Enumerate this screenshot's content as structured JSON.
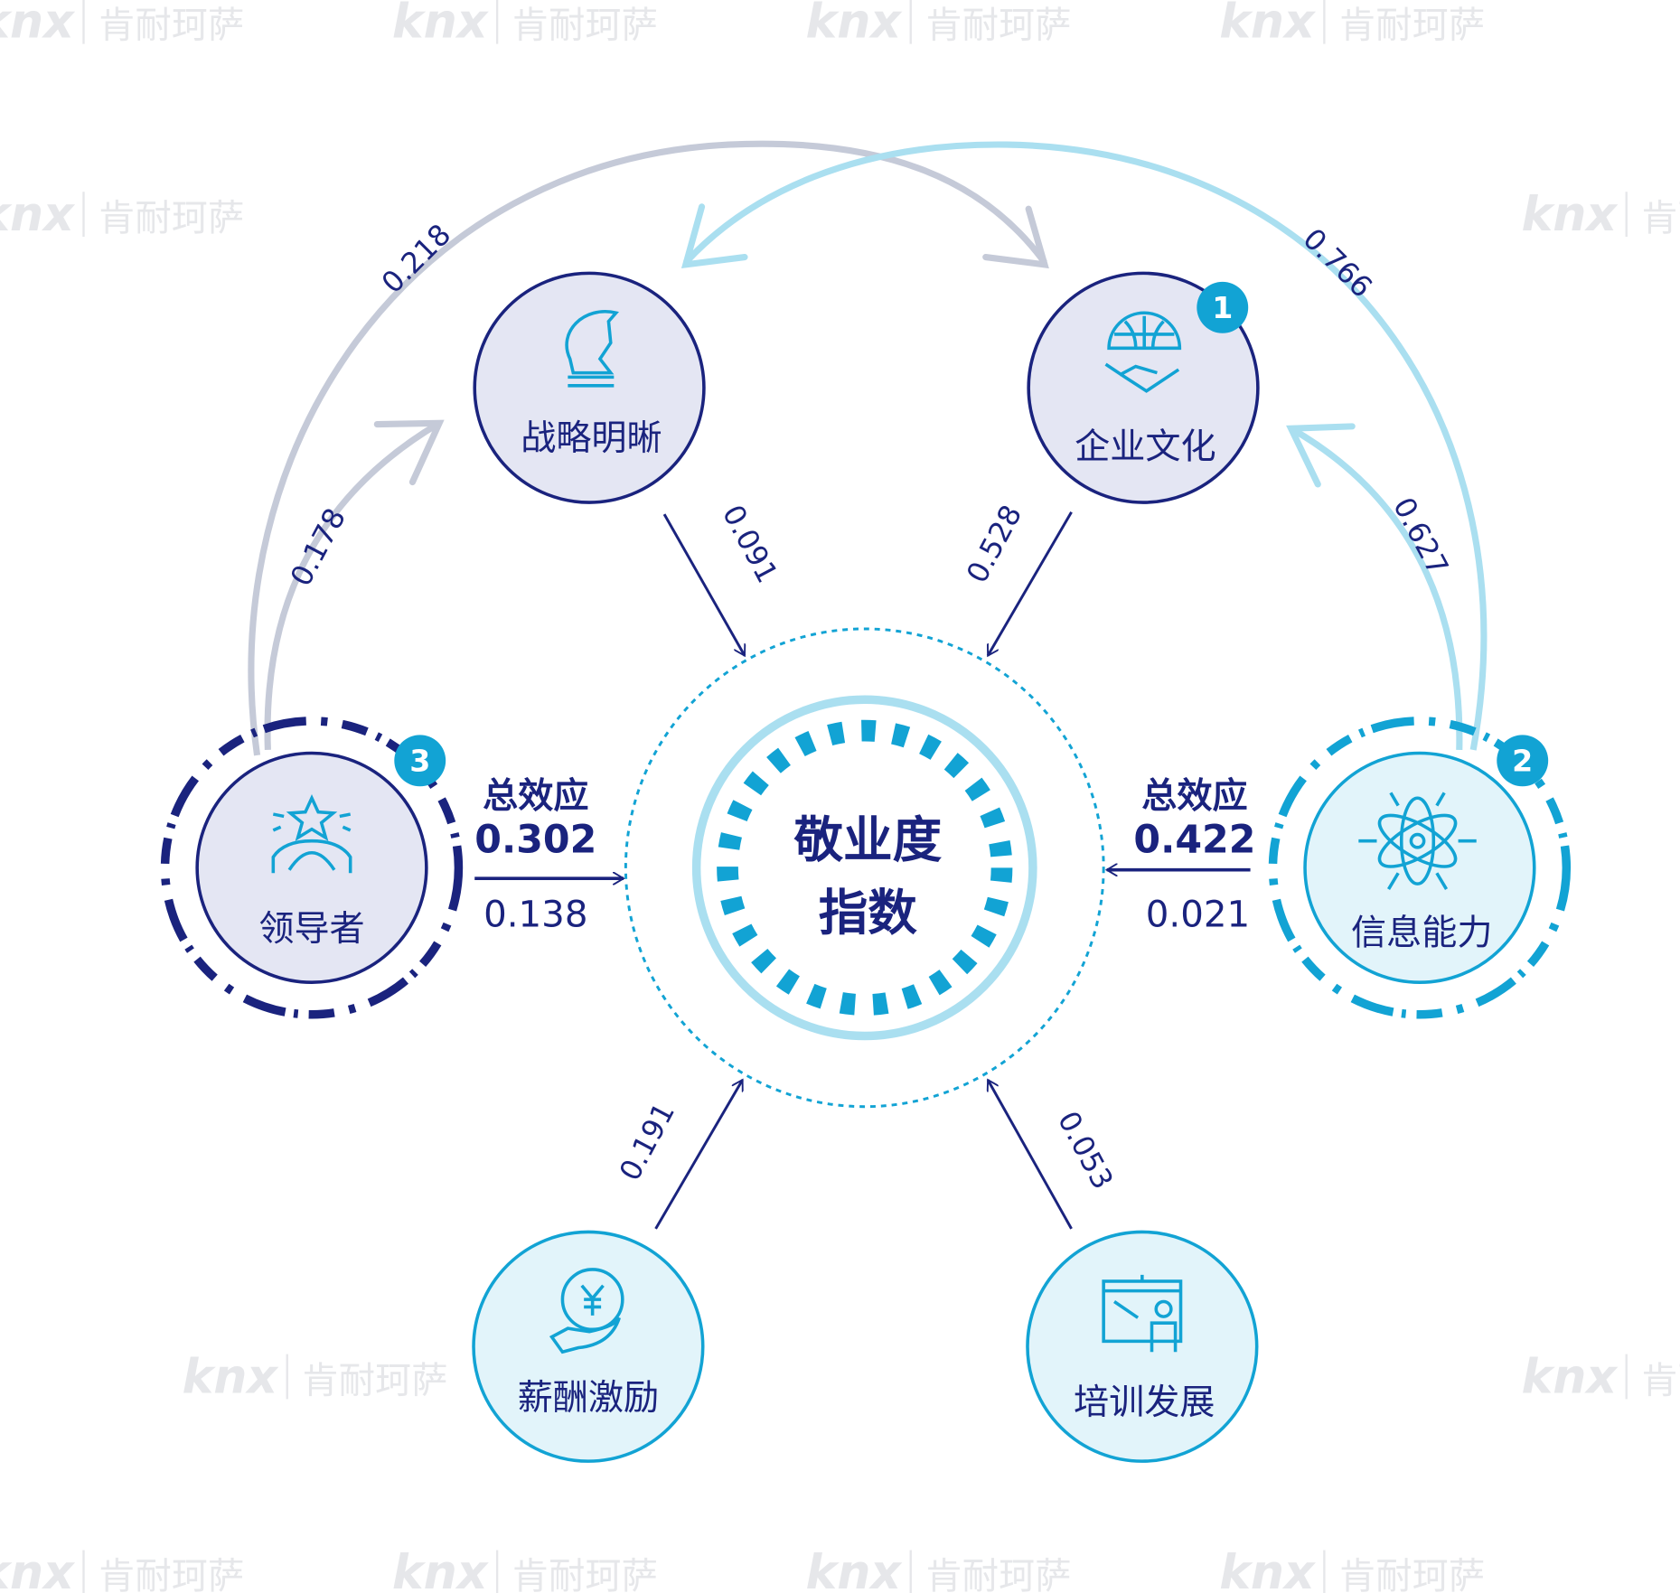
{
  "watermark": {
    "logo": "knx",
    "name": "肯耐珂萨"
  },
  "center": {
    "line1": "敬业度",
    "line2": "指数"
  },
  "nodes": {
    "strategy": {
      "label": "战略明晰",
      "icon": "chess-knight-icon"
    },
    "culture": {
      "label": "企业文化",
      "icon": "globe-handshake-icon",
      "rank": "1"
    },
    "leader": {
      "label": "领导者",
      "icon": "star-person-icon",
      "rank": "3"
    },
    "info": {
      "label": "信息能力",
      "icon": "atom-icon",
      "rank": "2"
    },
    "pay": {
      "label": "薪酬激励",
      "icon": "yen-hand-icon"
    },
    "training": {
      "label": "培训发展",
      "icon": "presentation-board-icon"
    }
  },
  "edges": {
    "strategy_to_center": "0.091",
    "culture_to_center": "0.528",
    "pay_to_center": "0.191",
    "training_to_center": "0.053",
    "leader_to_strategy": "0.178",
    "leader_to_culture": "0.218",
    "info_to_culture": "0.627",
    "info_to_strategy": "0.766",
    "leader_to_center": "0.138",
    "info_to_center": "0.021"
  },
  "total_effects": {
    "label": "总效应",
    "leader": "0.302",
    "info": "0.422"
  },
  "colors": {
    "navy": "#1a237e",
    "cyan": "#12a3d4",
    "light_blue": "#aadff0",
    "grey": "#c5cad8",
    "node_fill_navy": "#e4e6f3",
    "node_fill_cyan": "#e2f4fa"
  }
}
